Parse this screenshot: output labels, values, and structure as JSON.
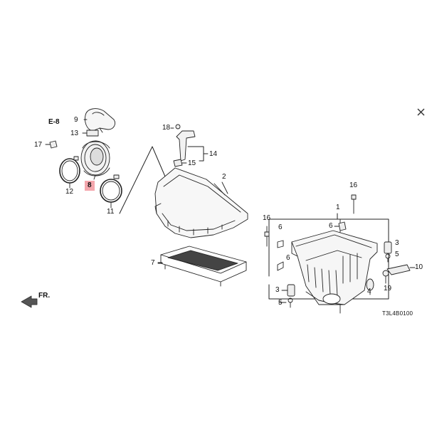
{
  "diagram": {
    "ref_code": "E-8",
    "direction_label": "FR.",
    "drawing_code": "T3L4B0100",
    "highlighted_part": "8",
    "highlight_color": "#f4a7ad",
    "parts": {
      "p1": "1",
      "p2": "2",
      "p3a": "3",
      "p3b": "3",
      "p4": "4",
      "p5a": "5",
      "p5b": "5",
      "p6a": "6",
      "p6b": "6",
      "p6c": "6",
      "p7": "7",
      "p8": "8",
      "p9": "9",
      "p10": "10",
      "p11": "11",
      "p12": "12",
      "p13": "13",
      "p14": "14",
      "p15": "15",
      "p16a": "16",
      "p16b": "16",
      "p17": "17",
      "p18": "18",
      "p19": "19"
    }
  },
  "ui": {
    "close_icon": "close-icon"
  }
}
